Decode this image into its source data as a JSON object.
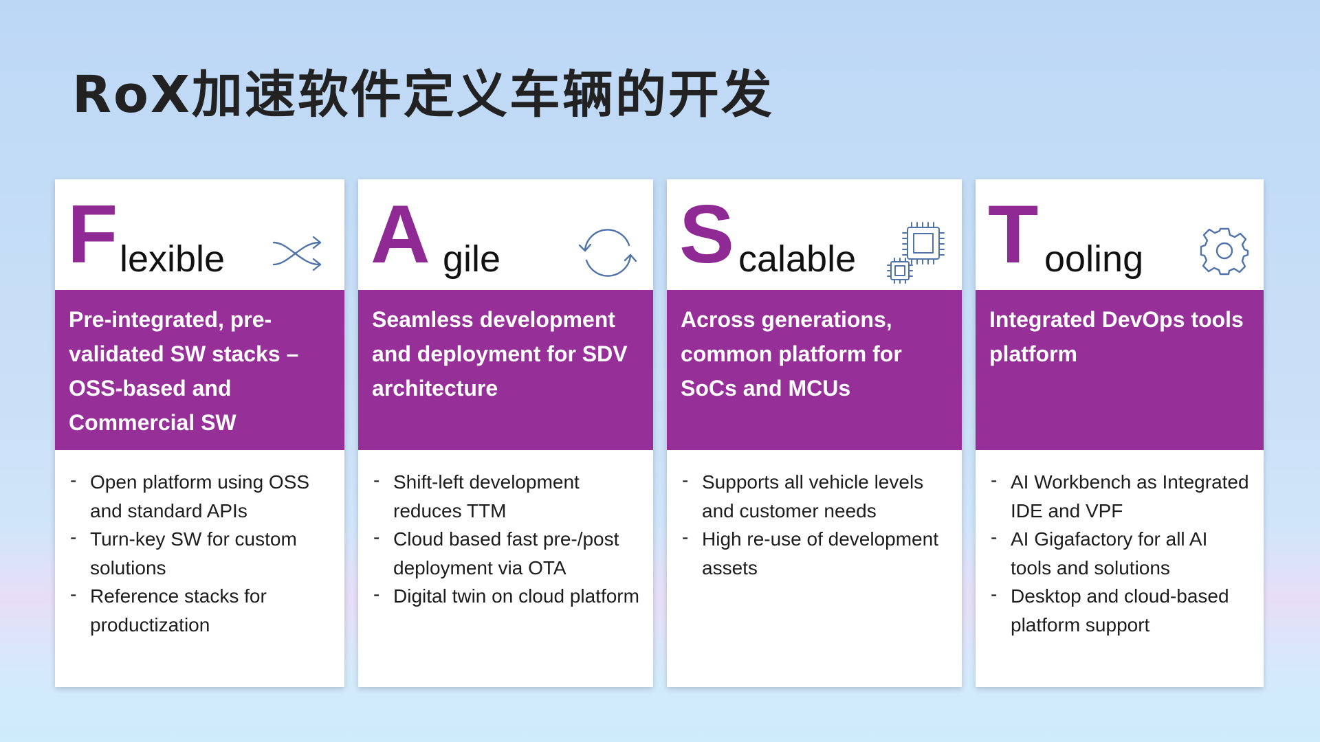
{
  "title": "RoX加速软件定义车辆的开发",
  "cards": [
    {
      "letter": "F",
      "word": "lexible",
      "icon": "shuffle-icon",
      "band": "Pre-integrated, pre-validated SW stacks – OSS-based and Commercial SW",
      "items": [
        "Open platform using OSS and standard APIs",
        "Turn-key SW for custom solutions",
        "Reference stacks for productization"
      ]
    },
    {
      "letter": "A",
      "word": "gile",
      "icon": "sync-icon",
      "band": "Seamless development and deployment for SDV architecture",
      "items": [
        "Shift-left development reduces TTM",
        "Cloud based fast pre-/post deployment via OTA",
        "Digital twin on cloud platform"
      ]
    },
    {
      "letter": "S",
      "word": "calable",
      "icon": "chip-icon",
      "band": "Across generations, common platform for SoCs and MCUs",
      "items": [
        "Supports all vehicle levels and customer needs",
        "High re-use of development assets"
      ]
    },
    {
      "letter": "T",
      "word": "ooling",
      "icon": "gear-icon",
      "band": "Integrated DevOps tools platform",
      "items": [
        "AI Workbench as Integrated IDE and VPF",
        "AI Gigafactory for all AI tools and solutions",
        "Desktop and cloud-based platform support"
      ]
    }
  ],
  "colors": {
    "accent": "#972f99",
    "letter": "#8f2a95",
    "icon": "#4f73a8"
  }
}
